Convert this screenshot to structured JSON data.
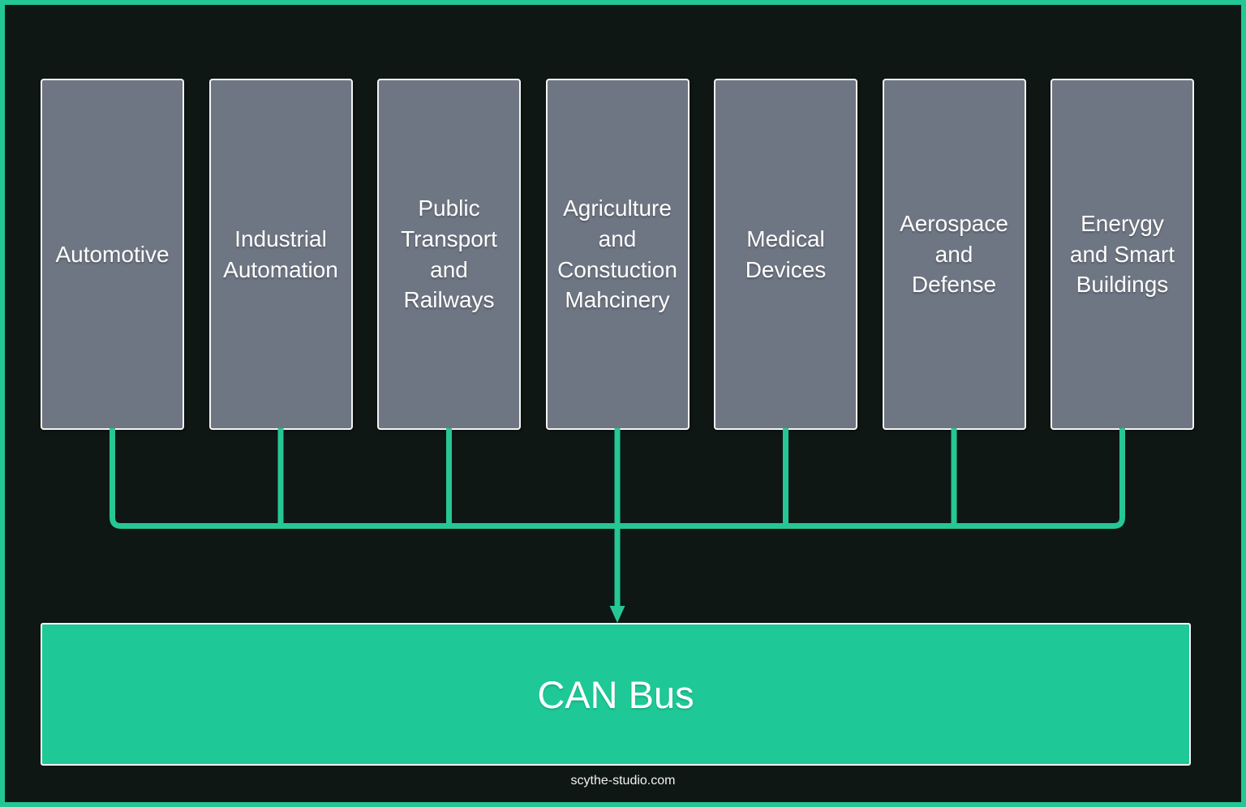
{
  "diagram": {
    "title_implicit": "CAN Bus application areas",
    "industries": [
      {
        "label": "Automotive"
      },
      {
        "label": "Industrial\nAutomation"
      },
      {
        "label": "Public\nTransport\nand\nRailways"
      },
      {
        "label": "Agriculture\nand\nConstuction\nMahcinery"
      },
      {
        "label": "Medical\nDevices"
      },
      {
        "label": "Aerospace\nand\nDefense"
      },
      {
        "label": "Enerygy\nand Smart\nBuildings"
      }
    ],
    "bus_label": "CAN Bus",
    "footer": "scythe-studio.com",
    "colors": {
      "background": "#0E1713",
      "accent_border": "#22C795",
      "connector_line": "#26C794",
      "industry_box_fill": "#6F7683",
      "bus_box_fill": "#1EC997",
      "box_border": "#F4F4F4",
      "text": "#FFFFFF"
    }
  }
}
